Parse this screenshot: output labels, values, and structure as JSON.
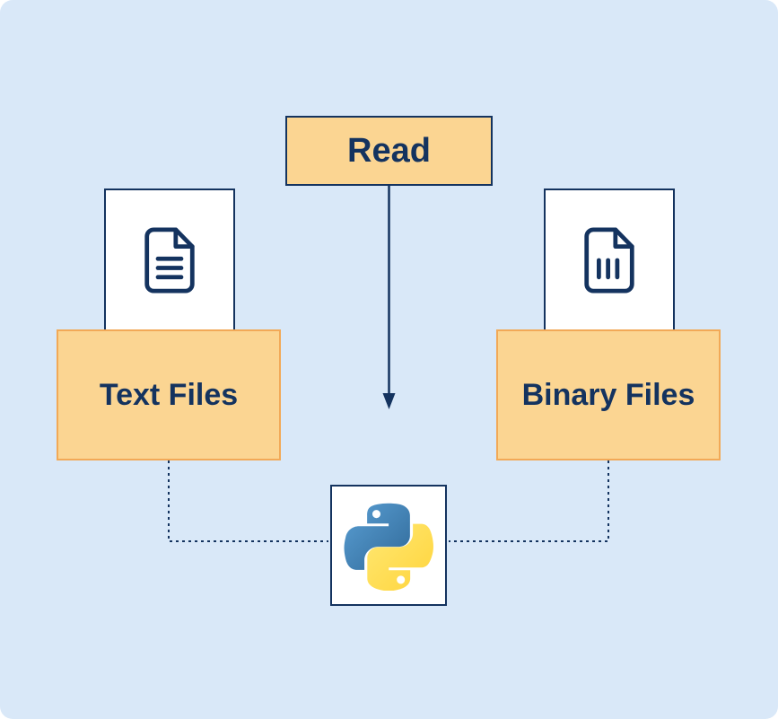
{
  "diagram": {
    "nodes": {
      "read": {
        "label": "Read"
      },
      "text_files": {
        "label": "Text Files"
      },
      "binary_files": {
        "label": "Binary Files"
      },
      "python": {
        "icon": "python-logo"
      }
    },
    "icons": {
      "text_file": "document-with-text-lines-icon",
      "binary_file": "document-with-vertical-bars-icon",
      "python": "python-logo-icon"
    },
    "colors": {
      "background": "#d9e8f8",
      "node_fill": "#fbd592",
      "node_border_orange": "#f2a957",
      "navy": "#14335f",
      "card_fill": "#ffffff",
      "python_blue": "#3d6fa5",
      "python_yellow": "#ffd43b"
    }
  }
}
